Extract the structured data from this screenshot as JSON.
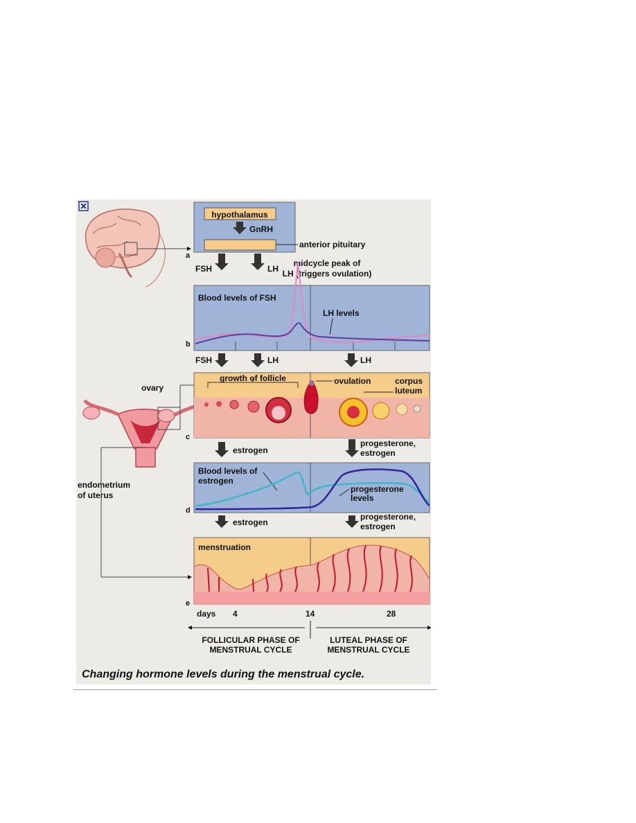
{
  "figure": {
    "caption": "Changing hormone levels during the menstrual cycle.",
    "broken_image_icon": "broken-image-icon",
    "panel_letters": [
      "a",
      "b",
      "c",
      "d",
      "e"
    ],
    "panel_a": {
      "hypothalamus": "hypothalamus",
      "gnrh": "GnRH",
      "anterior_pituitary": "anterior pituitary",
      "fsh": "FSH",
      "lh": "LH",
      "midcycle_line1": "midcycle peak of",
      "midcycle_line2": "LH (triggers ovulation)"
    },
    "panel_b": {
      "title": "Blood levels of FSH",
      "lh_levels": "LH levels",
      "fsh": "FSH",
      "lh": "LH",
      "lh2": "LH"
    },
    "panel_c": {
      "ovary": "ovary",
      "growth": "growth of follicle",
      "ovulation": "ovulation",
      "corpus1": "corpus",
      "corpus2": "luteum",
      "estrogen": "estrogen",
      "prog1": "progesterone,",
      "prog2": "estrogen"
    },
    "panel_d": {
      "title1": "Blood levels of",
      "title2": "estrogen",
      "prog_levels1": "progesterone",
      "prog_levels2": "levels",
      "endo1": "endometrium",
      "endo2": "of uterus",
      "estrogen": "estrogen",
      "prog1": "progesterone,",
      "prog2": "estrogen"
    },
    "panel_e": {
      "menstruation": "menstruation",
      "days": "days",
      "day4": "4",
      "day14": "14",
      "day28": "28",
      "follicular1": "FOLLICULAR PHASE OF",
      "follicular2": "MENSTRUAL CYCLE",
      "luteal1": "LUTEAL PHASE OF",
      "luteal2": "MENSTRUAL CYCLE"
    },
    "colors": {
      "panel_blue": "#9fb4d6",
      "panel_tan": "#f6cc8a",
      "fsh_line": "#e387c0",
      "lh_line": "#5b3d9e",
      "estrogen_line": "#3fb7c9",
      "progesterone_line": "#33229a",
      "tissue": "#f0b5a6"
    }
  }
}
